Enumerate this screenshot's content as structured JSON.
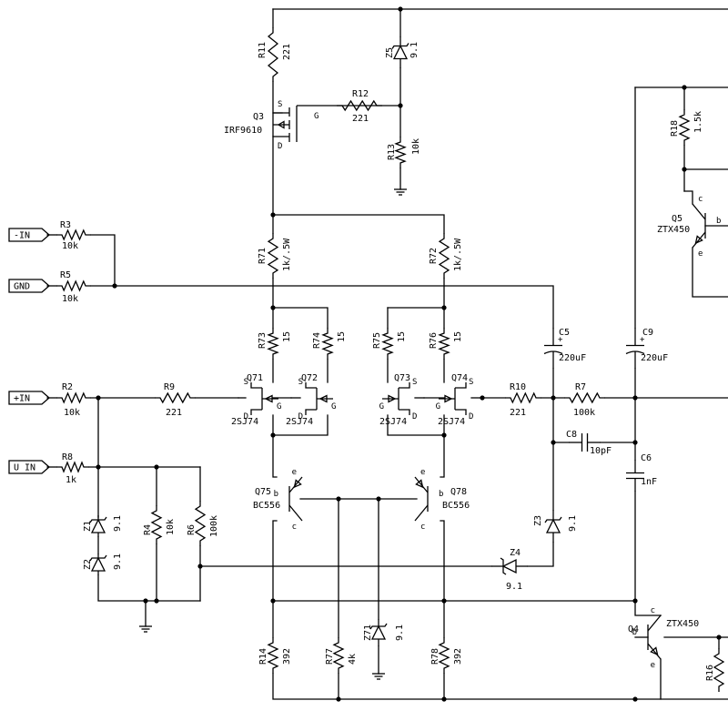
{
  "ports": [
    {
      "label": "-IN"
    },
    {
      "label": "GND"
    },
    {
      "label": "+IN"
    },
    {
      "label": "U IN"
    }
  ],
  "resistors": [
    {
      "ref": "R11",
      "value": "221"
    },
    {
      "ref": "R12",
      "value": "221"
    },
    {
      "ref": "R13",
      "value": "10k"
    },
    {
      "ref": "R3",
      "value": "10k"
    },
    {
      "ref": "R5",
      "value": "10k"
    },
    {
      "ref": "R71",
      "value": "1k/.5W"
    },
    {
      "ref": "R72",
      "value": "1k/.5W"
    },
    {
      "ref": "R73",
      "value": "15"
    },
    {
      "ref": "R74",
      "value": "15"
    },
    {
      "ref": "R75",
      "value": "15"
    },
    {
      "ref": "R76",
      "value": "15"
    },
    {
      "ref": "R2",
      "value": "10k"
    },
    {
      "ref": "R9",
      "value": "221"
    },
    {
      "ref": "R10",
      "value": "221"
    },
    {
      "ref": "R7",
      "value": "100k"
    },
    {
      "ref": "R8",
      "value": "1k"
    },
    {
      "ref": "R4",
      "value": "10k"
    },
    {
      "ref": "R6",
      "value": "100k"
    },
    {
      "ref": "R14",
      "value": "392"
    },
    {
      "ref": "R77",
      "value": "4k"
    },
    {
      "ref": "R78",
      "value": "392"
    },
    {
      "ref": "R18",
      "value": "1.5k"
    },
    {
      "ref": "R16",
      "value": ""
    }
  ],
  "capacitors": [
    {
      "ref": "C5",
      "value": "220uF"
    },
    {
      "ref": "C9",
      "value": "220uF"
    },
    {
      "ref": "C8",
      "value": "10pF"
    },
    {
      "ref": "C6",
      "value": "1nF"
    }
  ],
  "diodes": [
    {
      "ref": "Z5",
      "value": "9.1"
    },
    {
      "ref": "Z1",
      "value": "9.1"
    },
    {
      "ref": "Z2",
      "value": "9.1"
    },
    {
      "ref": "Z3",
      "value": "9.1"
    },
    {
      "ref": "Z4",
      "value": "9.1"
    },
    {
      "ref": "Z71",
      "value": "9.1"
    }
  ],
  "transistors": [
    {
      "ref": "Q3",
      "part": "IRF9610"
    },
    {
      "ref": "Q71",
      "part": "2SJ74"
    },
    {
      "ref": "Q72",
      "part": "2SJ74"
    },
    {
      "ref": "Q73",
      "part": "2SJ74"
    },
    {
      "ref": "Q74",
      "part": "2SJ74"
    },
    {
      "ref": "Q75",
      "part": "BC556"
    },
    {
      "ref": "Q78",
      "part": "BC556"
    },
    {
      "ref": "Q5",
      "part": "ZTX450"
    },
    {
      "ref": "Q4",
      "part": "ZTX450"
    }
  ],
  "pins": {
    "s": "S",
    "g": "G",
    "d": "D",
    "e": "e",
    "b": "b",
    "c": "c",
    "plus": "+"
  }
}
